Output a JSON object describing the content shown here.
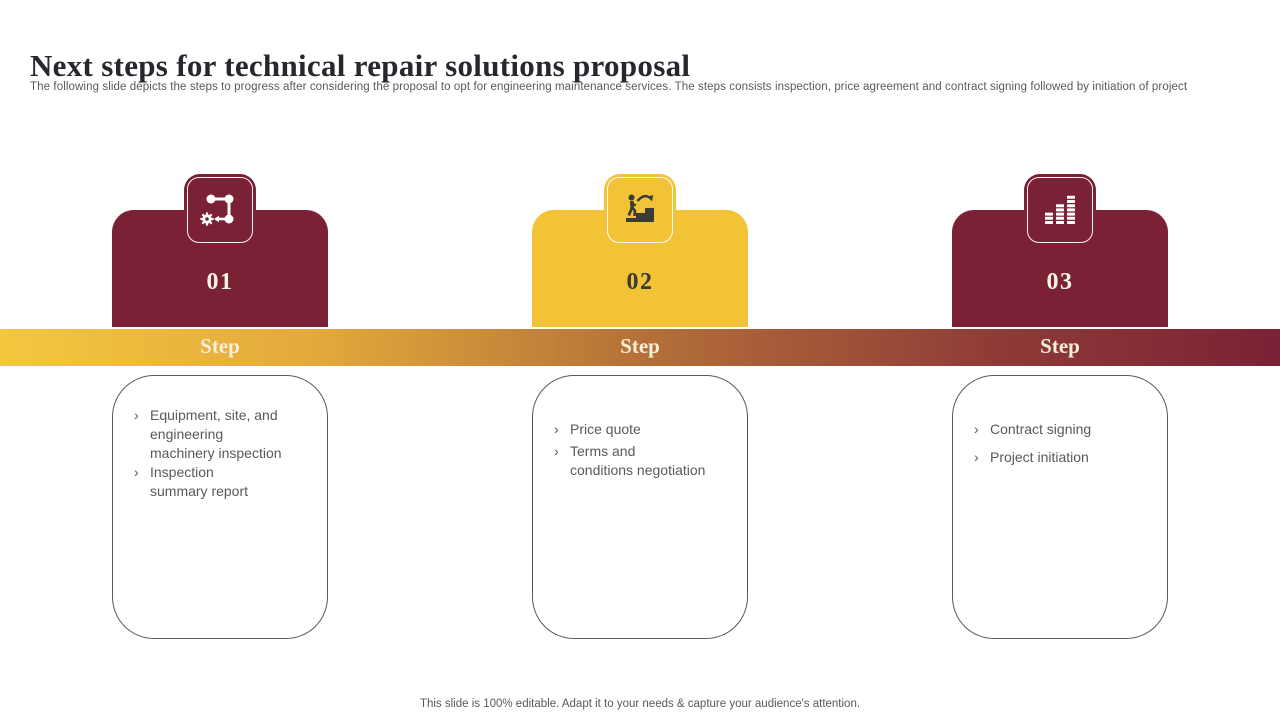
{
  "slide": {
    "title": "Next steps for technical repair solutions proposal",
    "subtitle": "The following slide depicts the steps to progress after considering the proposal to opt for  engineering maintenance services. The steps consists inspection, price agreement and contract signing followed by initiation of project",
    "footer": "This slide is 100% editable. Adapt it to your needs & capture your audience's attention."
  },
  "colors": {
    "maroon": "#7B2136",
    "yellow": "#F2C237",
    "gradient_left": "#F3C83E",
    "gradient_right": "#7B2136",
    "body_text": "#595959",
    "title_text": "#26282E",
    "step_label_text": "#F8EFD9"
  },
  "steps": [
    {
      "number": "01",
      "label": "Step",
      "icon": "process-flow-gear-icon",
      "theme": "maroon",
      "bullets": [
        "Equipment, site, and\nengineering\nmachinery inspection",
        "Inspection\nsummary report"
      ]
    },
    {
      "number": "02",
      "label": "Step",
      "icon": "career-stairs-climb-icon",
      "theme": "yellow",
      "bullets": [
        "Price quote",
        "Terms and\nconditions negotiation"
      ]
    },
    {
      "number": "03",
      "label": "Step",
      "icon": "ascending-bar-chart-icon",
      "theme": "maroon",
      "bullets": [
        "Contract signing",
        "Project initiation"
      ]
    }
  ]
}
